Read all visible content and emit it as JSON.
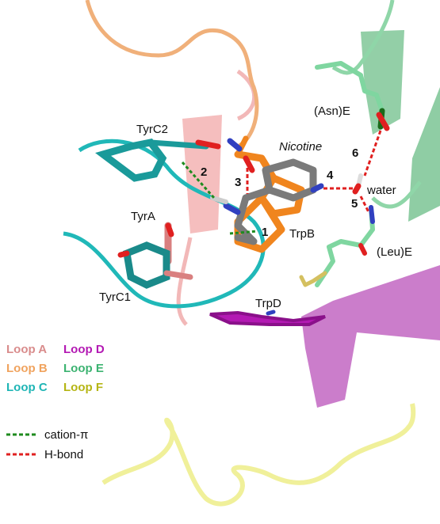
{
  "colors": {
    "loop_a": "#d98c8c",
    "loop_b": "#f0a35e",
    "loop_c": "#1fb5b5",
    "loop_d": "#b319b3",
    "loop_e": "#3cb371",
    "loop_f": "#b5b514",
    "nicotine": "#7a7a7a",
    "cation_pi": "#1e8b1e",
    "hbond": "#e02020"
  },
  "labels": {
    "tyrc2": "TyrC2",
    "tyra": "TyrA",
    "tyrc1": "TyrC1",
    "trpb": "TrpB",
    "trpd": "TrpD",
    "nicotine": "Nicotine",
    "asn": "(Asn)E",
    "leu": "(Leu)E",
    "water": "water"
  },
  "numbers": {
    "n1": "1",
    "n2": "2",
    "n3": "3",
    "n4": "4",
    "n5": "5",
    "n6": "6"
  },
  "legend": {
    "loops": [
      {
        "name": "Loop A",
        "color": "#d98c8c"
      },
      {
        "name": "Loop B",
        "color": "#f0a35e"
      },
      {
        "name": "Loop C",
        "color": "#1fb5b5"
      },
      {
        "name": "Loop D",
        "color": "#b319b3"
      },
      {
        "name": "Loop E",
        "color": "#3cb371"
      },
      {
        "name": "Loop F",
        "color": "#b5b514"
      }
    ],
    "cation_pi": "cation-π",
    "hbond": "H-bond"
  }
}
